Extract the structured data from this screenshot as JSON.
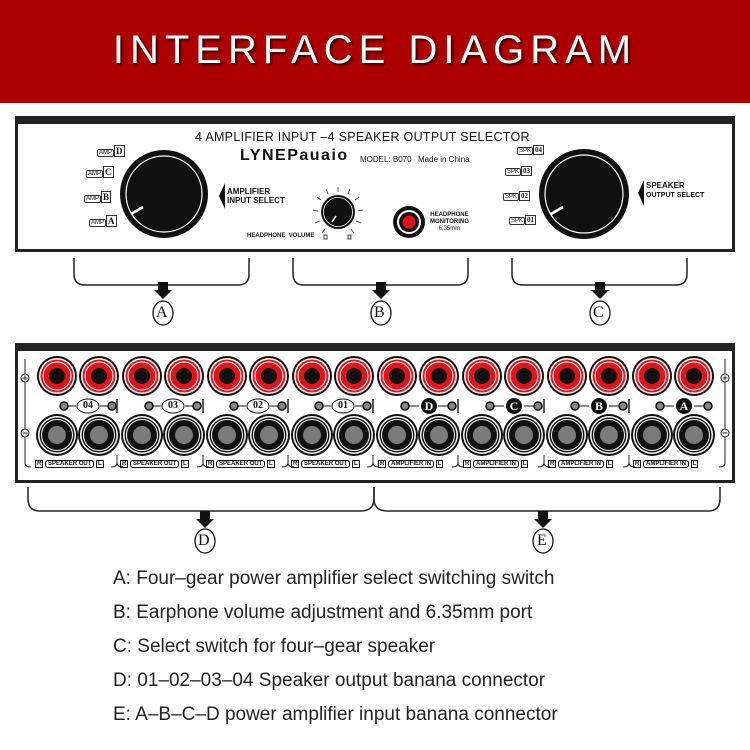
{
  "header": {
    "title": "INTERFACE DIAGRAM",
    "background": "#ad0000"
  },
  "front_panel": {
    "title": "4 AMPLIFIER INPUT –4 SPEAKER OUTPUT SELECTOR",
    "brand": "LYNEPauaio",
    "model": "MODEL: B070",
    "origin": "Made in China",
    "amp_selector": {
      "label_line1": "AMPLIFIER",
      "label_line2": "INPUT SELECT",
      "positions": [
        {
          "tag": "AMP",
          "letter": "D"
        },
        {
          "tag": "AMP",
          "letter": "C"
        },
        {
          "tag": "AMP",
          "letter": "B"
        },
        {
          "tag": "AMP",
          "letter": "A"
        }
      ]
    },
    "volume": {
      "label": "HEADPHONE  VOLUME"
    },
    "headphone_jack": {
      "line1": "HEADPHONE",
      "line2": "MONITORING",
      "line3": "6.35mm"
    },
    "speaker_selector": {
      "label_line1": "SPEAKER",
      "label_line2": "OUTPUT SELECT",
      "positions": [
        {
          "tag": "SPK",
          "number": "04"
        },
        {
          "tag": "SPK",
          "number": "03"
        },
        {
          "tag": "SPK",
          "number": "02"
        },
        {
          "tag": "SPK",
          "number": "01"
        }
      ]
    }
  },
  "callouts_top": [
    "A",
    "B",
    "C"
  ],
  "rear_panel": {
    "plus_symbol": "+",
    "minus_symbol": "−",
    "groups": [
      {
        "id": "04",
        "style": "outline",
        "label": "SPEAKER OUT",
        "r": "R",
        "l": "L"
      },
      {
        "id": "03",
        "style": "outline",
        "label": "SPEAKER OUT",
        "r": "R",
        "l": "L"
      },
      {
        "id": "02",
        "style": "outline",
        "label": "SPEAKER OUT",
        "r": "R",
        "l": "L"
      },
      {
        "id": "01",
        "style": "outline",
        "label": "SPEAKER OUT",
        "r": "R",
        "l": "L"
      },
      {
        "id": "D",
        "style": "filled",
        "label": "AMPLIFIER IN",
        "r": "R",
        "l": "L"
      },
      {
        "id": "C",
        "style": "filled",
        "label": "AMPLIFIER IN",
        "r": "R",
        "l": "L"
      },
      {
        "id": "B",
        "style": "filled",
        "label": "AMPLIFIER IN",
        "r": "R",
        "l": "L"
      },
      {
        "id": "A",
        "style": "filled",
        "label": "AMPLIFIER IN",
        "r": "R",
        "l": "L"
      }
    ],
    "colors": {
      "positive": "#e0141b",
      "negative_center": "#7a7a7a"
    }
  },
  "callouts_bottom": [
    "D",
    "E"
  ],
  "legend": [
    "A: Four–gear power amplifier select switching switch",
    "B: Earphone volume adjustment and 6.35mm port",
    "C: Select switch for four–gear speaker",
    "D: 01–02–03–04 Speaker output banana connector",
    "E: A–B–C–D power amplifier input banana connector"
  ]
}
